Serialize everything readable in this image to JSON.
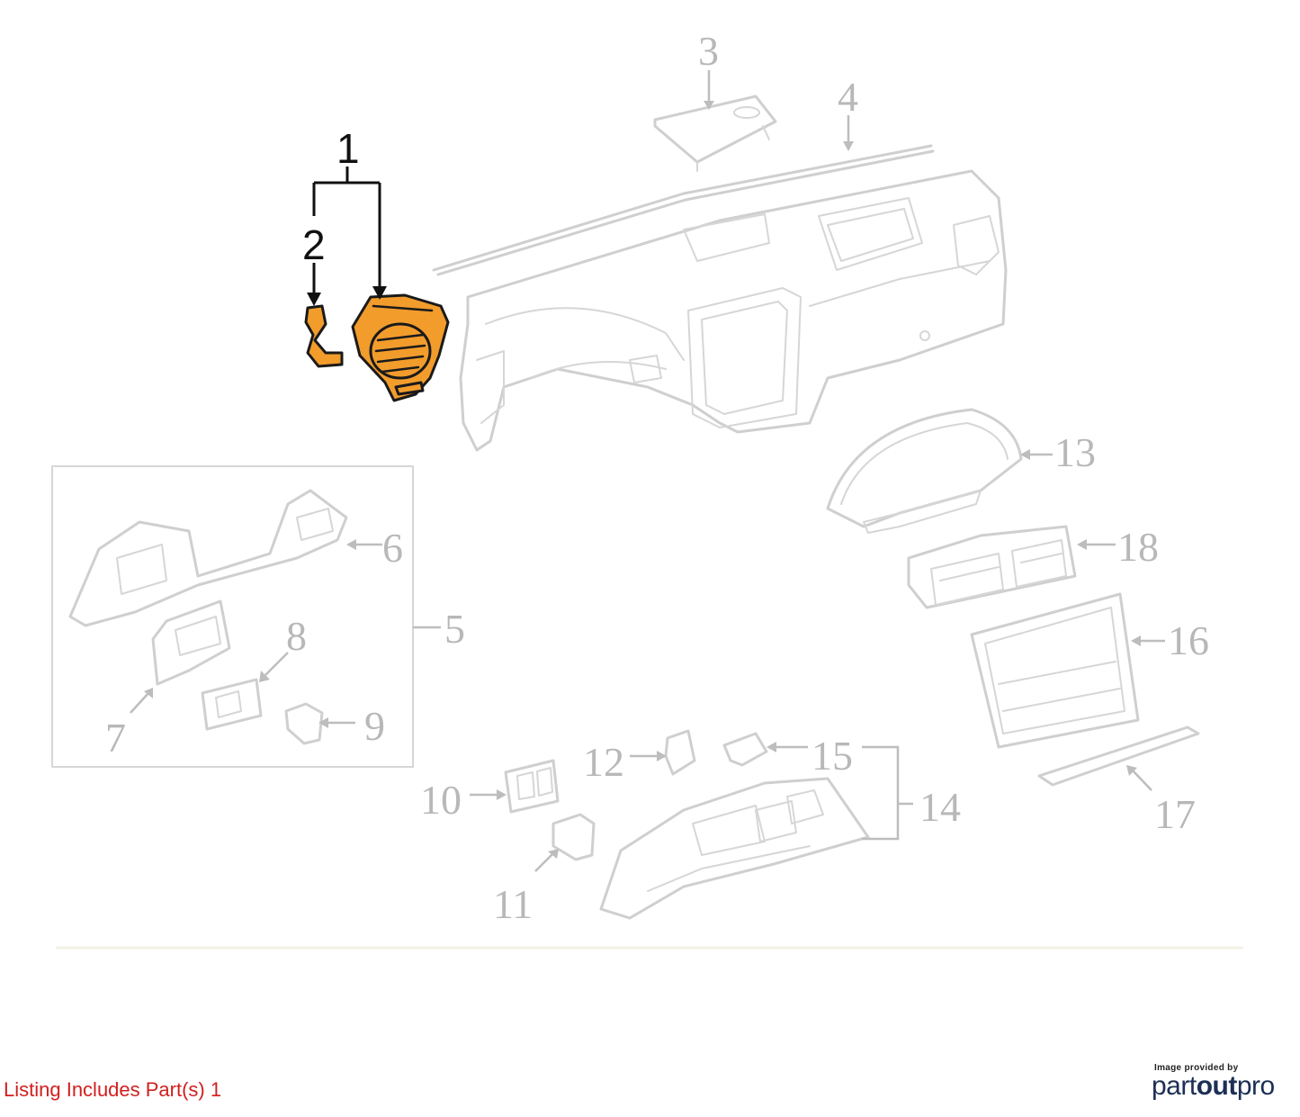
{
  "callouts": {
    "c1": "1",
    "c2": "2",
    "c3": "3",
    "c4": "4",
    "c5": "5",
    "c6": "6",
    "c7": "7",
    "c8": "8",
    "c9": "9",
    "c10": "10",
    "c11": "11",
    "c12": "12",
    "c13": "13",
    "c14": "14",
    "c15": "15",
    "c16": "16",
    "c17": "17",
    "c18": "18"
  },
  "highlighted_parts": [
    "1",
    "2"
  ],
  "colors": {
    "highlight_fill": "#f29c2c",
    "ghost_line": "#cfcfcf",
    "footer_text": "#d11f1f",
    "logo": "#1c2f55"
  },
  "footer": {
    "note": "Listing Includes Part(s) 1",
    "credit_small": "Image provided by",
    "credit_logo_a": "part",
    "credit_logo_b": "out",
    "credit_logo_c": "pro"
  }
}
